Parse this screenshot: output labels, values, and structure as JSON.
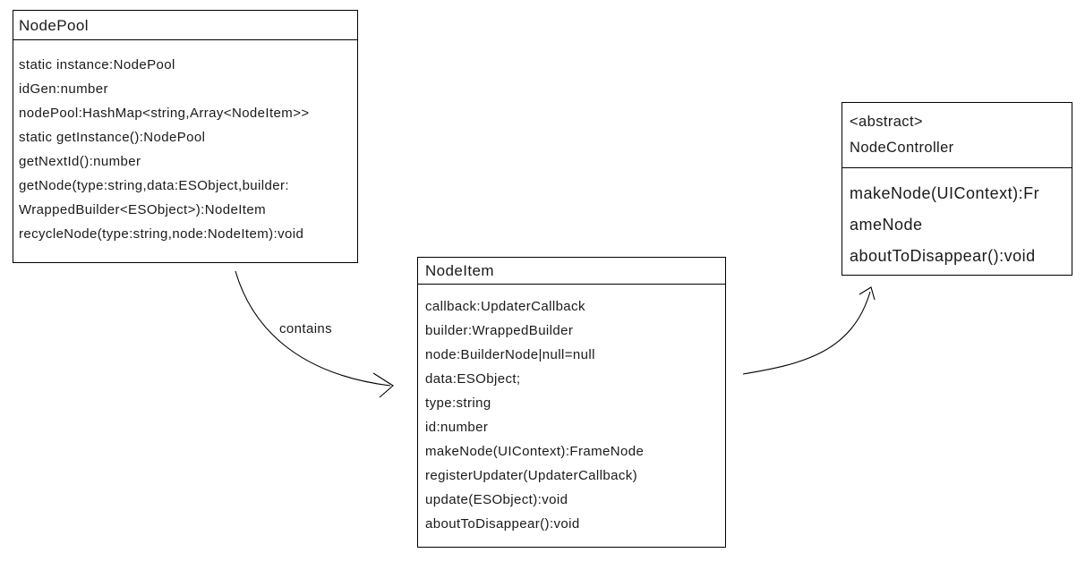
{
  "classes": {
    "node_pool": {
      "title": "NodePool",
      "members": [
        "static instance:NodePool",
        "idGen:number",
        "nodePool:HashMap<string,Array<NodeItem>>",
        "static getInstance():NodePool",
        "getNextId():number",
        "getNode(type:string,data:ESObject,builder:",
        "WrappedBuilder<ESObject>):NodeItem",
        "recycleNode(type:string,node:NodeItem):void"
      ]
    },
    "node_item": {
      "title": "NodeItem",
      "members": [
        "callback:UpdaterCallback",
        "builder:WrappedBuilder",
        "node:BuilderNode|null=null",
        "data:ESObject;",
        "type:string",
        "id:number",
        "makeNode(UIContext):FrameNode",
        "registerUpdater(UpdaterCallback)",
        "update(ESObject):void",
        "aboutToDisappear():void"
      ]
    },
    "node_controller": {
      "stereotype": "<abstract>",
      "title": "NodeController",
      "members": [
        "makeNode(UIContext):Fr",
        "ameNode",
        "aboutToDisappear():void"
      ]
    }
  },
  "relations": [
    {
      "from": "NodePool",
      "to": "NodeItem",
      "label": "contains"
    },
    {
      "from": "NodeItem",
      "to": "NodeController",
      "label": ""
    }
  ],
  "colors": {
    "background": "#ffffff",
    "border": "#000000",
    "text": "#1a1a1a"
  }
}
